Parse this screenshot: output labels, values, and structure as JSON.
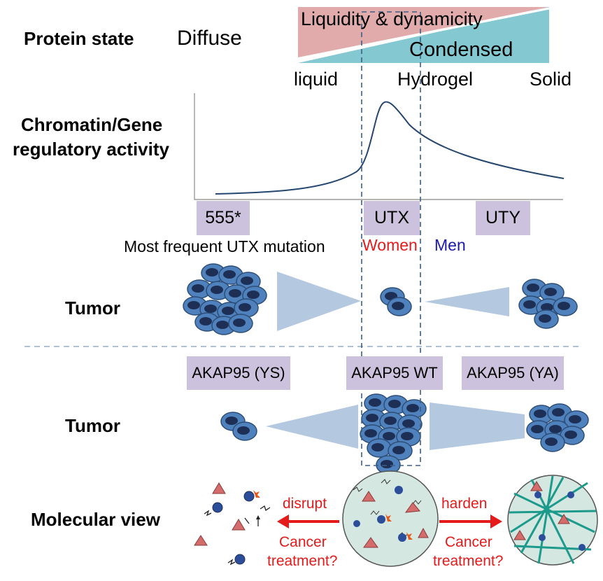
{
  "colors": {
    "pink": "#e2abab",
    "teal": "#84c8d2",
    "curve": "#25466f",
    "label_box": "#cdc2dd",
    "triangle": "#b4c8e0",
    "cell_fill": "#4f81bd",
    "cell_stroke": "#2c4e78",
    "nucleus": "#1e2f55",
    "women": "#e51a1a",
    "men": "#1a1aa8",
    "red": "#e51a1a",
    "dashed": "#3b5f86",
    "droplet_fill": "#d5e7e1",
    "fiber": "#1c9a8c",
    "protein_triangle": "#d46c6c"
  },
  "protein_state": {
    "row_label": "Protein state",
    "diffuse": "Diffuse",
    "liquidity": "Liquidity & dynamicity",
    "condensed": "Condensed",
    "liquid": "liquid",
    "hydrogel": "Hydrogel",
    "solid": "Solid"
  },
  "activity": {
    "row_label_line1": "Chromatin/Gene",
    "row_label_line2": "regulatory activity"
  },
  "variants": {
    "mutant": "555*",
    "utx": "UTX",
    "uty": "UTY",
    "mutant_note": "Most frequent UTX mutation",
    "women": "Women",
    "men": "Men"
  },
  "tumor1": {
    "label": "Tumor"
  },
  "akap": {
    "ys": "AKAP95 (YS)",
    "wt": "AKAP95 WT",
    "ya": "AKAP95 (YA)"
  },
  "tumor2": {
    "label": "Tumor"
  },
  "molecular": {
    "label": "Molecular view",
    "disrupt": "disrupt",
    "harden": "harden",
    "cancer_left": "Cancer",
    "treatment_left": "treatment?",
    "cancer_right": "Cancer",
    "treatment_right": "treatment?"
  }
}
